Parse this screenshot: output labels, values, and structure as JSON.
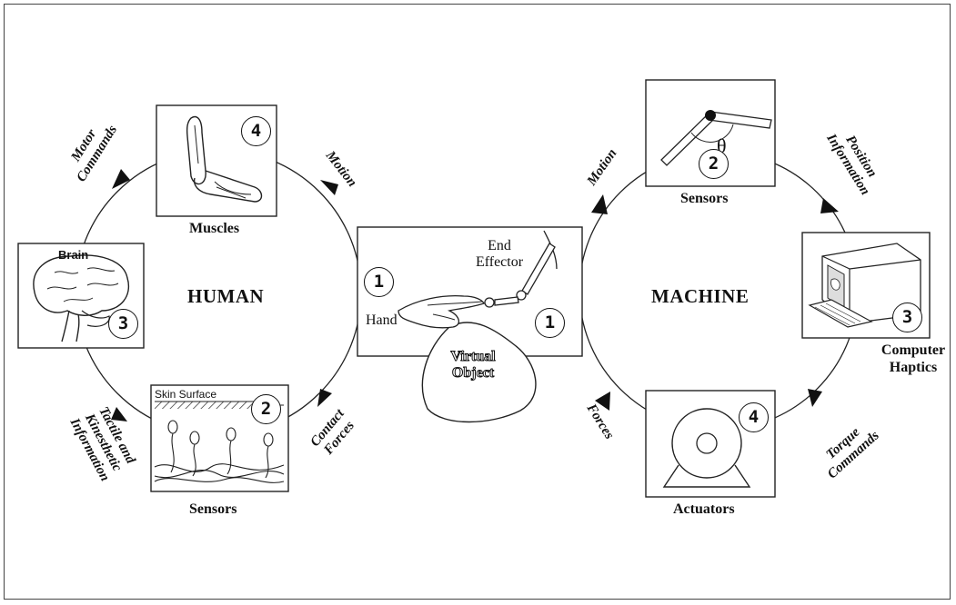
{
  "diagram": {
    "human_label": "HUMAN",
    "machine_label": "MACHINE",
    "human": {
      "muscles": {
        "label": "Muscles",
        "number": "4"
      },
      "brain": {
        "label": "Brain",
        "number": "3"
      },
      "sensors": {
        "label": "Sensors",
        "number": "2",
        "skin_label": "Skin Surface"
      },
      "motor_commands": "Motor Commands",
      "motion": "Motion",
      "contact_forces": "Contact Forces",
      "tactile_info": "Tactile and Kinesthetic Information"
    },
    "center": {
      "hand_label": "Hand",
      "end_effector_label": "End Effector",
      "virtual_object_label": "Virtual Object",
      "left_number": "1",
      "right_number": "1"
    },
    "machine": {
      "sensors": {
        "label": "Sensors",
        "number": "2",
        "angle_symbol": "θ"
      },
      "computer": {
        "label": "Computer Haptics",
        "number": "3"
      },
      "actuators": {
        "label": "Actuators",
        "number": "4"
      },
      "motion": "Motion",
      "position_info": "Position Information",
      "torque_commands": "Torque Commands",
      "forces": "Forces"
    }
  }
}
